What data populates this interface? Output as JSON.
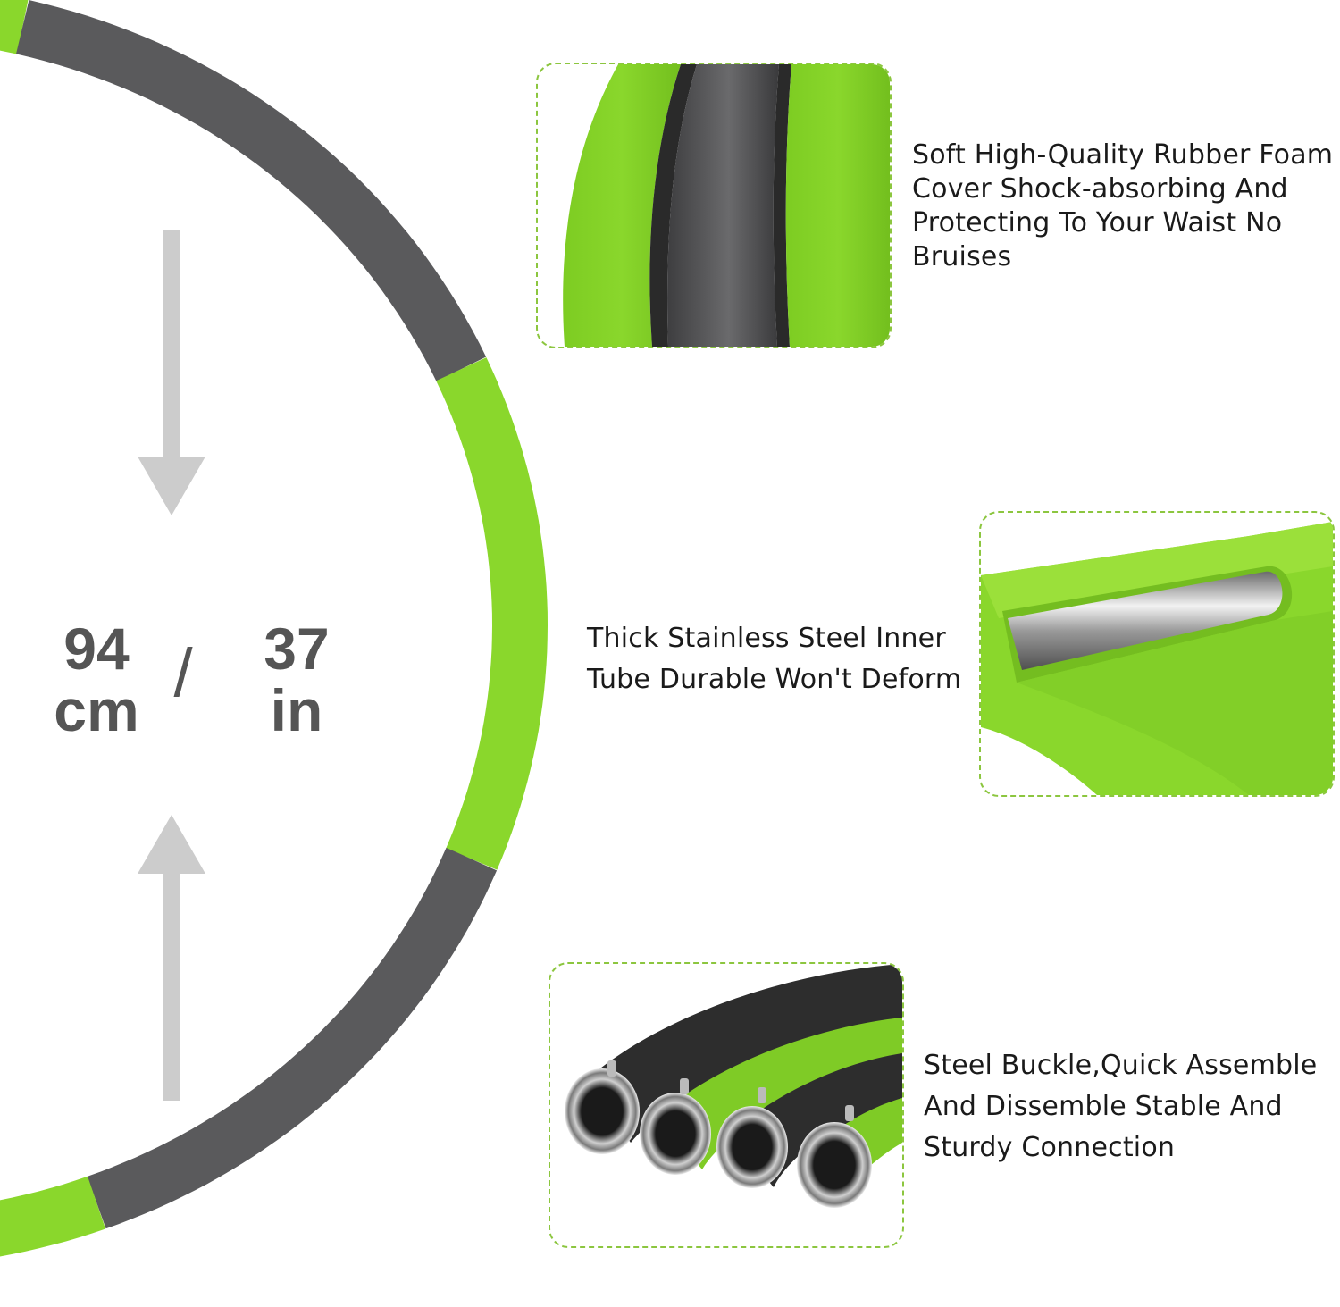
{
  "colors": {
    "green": "#8ad72c",
    "grey": "#5a5a5c",
    "arrow": "#cccccc",
    "dash": "#8cc63f",
    "text": "#1a1a1a",
    "measure": "#555555"
  },
  "measurement": {
    "metric_value": "94",
    "metric_unit": "cm",
    "separator": "/",
    "imperial_value": "37",
    "imperial_unit": "in"
  },
  "features": [
    {
      "lines": [
        "Soft High-Quality Rubber Foam",
        "Cover Shock-absorbing And",
        "Protecting To Your Waist No",
        "Bruises"
      ],
      "image": "foam-cover-closeup"
    },
    {
      "lines": [
        "Thick Stainless Steel Inner",
        "Tube Durable Won't Deform"
      ],
      "image": "steel-tube-cutaway"
    },
    {
      "lines": [
        "Steel Buckle,Quick Assemble",
        "And Dissemble Stable And",
        "Sturdy Connection"
      ],
      "image": "steel-buckle-ends"
    }
  ],
  "icons": [
    "arrow-down-icon",
    "arrow-up-icon"
  ]
}
